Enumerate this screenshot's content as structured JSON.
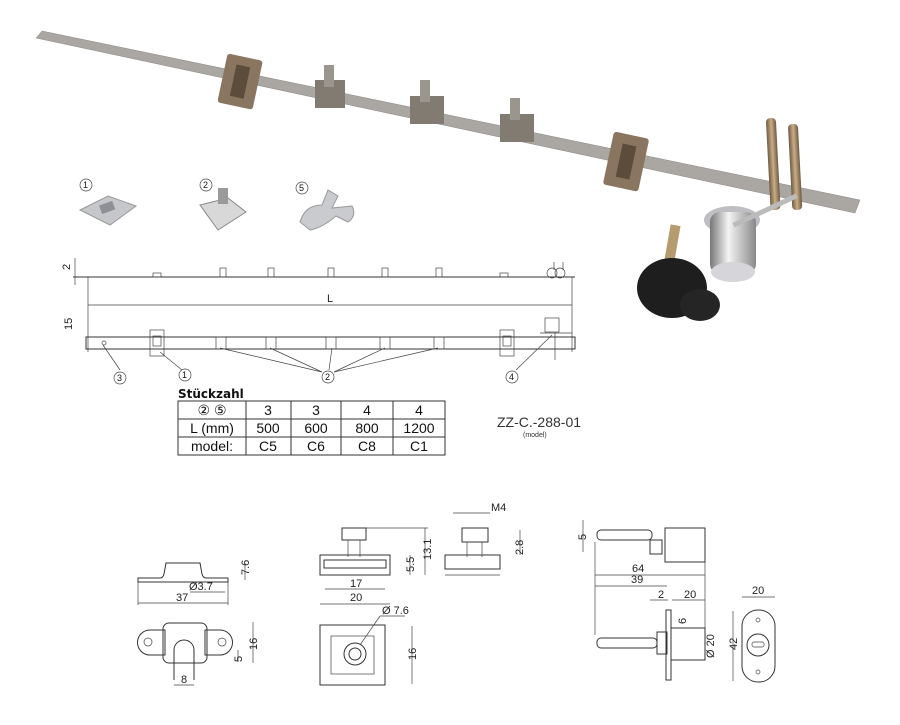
{
  "part_labels": {
    "p1": "1",
    "p2": "2",
    "p5": "5"
  },
  "assembly": {
    "dim_thickness": "2",
    "dim_length": "L",
    "dim_width": "15",
    "callouts": [
      "3",
      "1",
      "2",
      "4"
    ]
  },
  "table": {
    "title": "Stückzahl",
    "header": [
      "② ⑤",
      "3",
      "3",
      "4",
      "4"
    ],
    "rows": [
      [
        "L (mm)",
        "500",
        "600",
        "800",
        "1200"
      ],
      [
        "model:",
        "C5",
        "C6",
        "C8",
        "C1"
      ]
    ]
  },
  "model_code": "ZZ-C.-288-01",
  "model_caption": "(model)",
  "detail_part1": {
    "d_hole": "Ø3.7",
    "height": "7.6",
    "length": "37",
    "width": "16",
    "offset": "5",
    "slot": "8"
  },
  "detail_part2": {
    "height": "13.1",
    "base": "5.5",
    "inner": "17",
    "outer": "20",
    "bore": "Ø 7.6",
    "depth": "16",
    "thread": "M4",
    "thread_h": "2.8"
  },
  "detail_lock": {
    "pin": "5",
    "total": "64",
    "shaft": "39",
    "flange": "2",
    "body": "20",
    "hole": "6",
    "dia": "Ø 20",
    "plate_h": "42",
    "plate_w": "20"
  },
  "colors": {
    "bar": "#a9a6a2",
    "bronze": "#8a7560",
    "slider": "#807a70",
    "chrome": "#c8c8cc",
    "key": "#1e1e1e"
  }
}
